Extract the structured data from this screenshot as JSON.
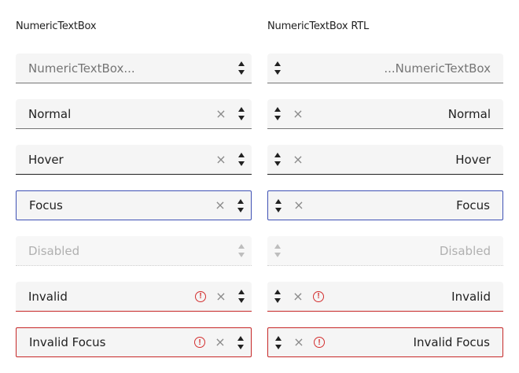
{
  "columns": {
    "ltr_title": "NumericTextBox",
    "rtl_title": "NumericTextBox RTL"
  },
  "ltr": {
    "placeholder": "NumericTextBox...",
    "normal": "Normal",
    "hover": "Hover",
    "focus": "Focus",
    "disabled": "Disabled",
    "invalid": "Invalid",
    "invalid_focus": "Invalid Focus"
  },
  "rtl": {
    "placeholder": "...NumericTextBox",
    "normal": "Normal",
    "hover": "Hover",
    "focus": "Focus",
    "disabled": "Disabled",
    "invalid": "Invalid",
    "invalid_focus": "Invalid Focus"
  },
  "icons": {
    "clear": "×",
    "alert": "!",
    "spin_up": "arrow-up",
    "spin_down": "arrow-down"
  },
  "colors": {
    "focus_border": "#3f51b5",
    "invalid": "#c62828",
    "field_bg": "#f5f5f5"
  }
}
